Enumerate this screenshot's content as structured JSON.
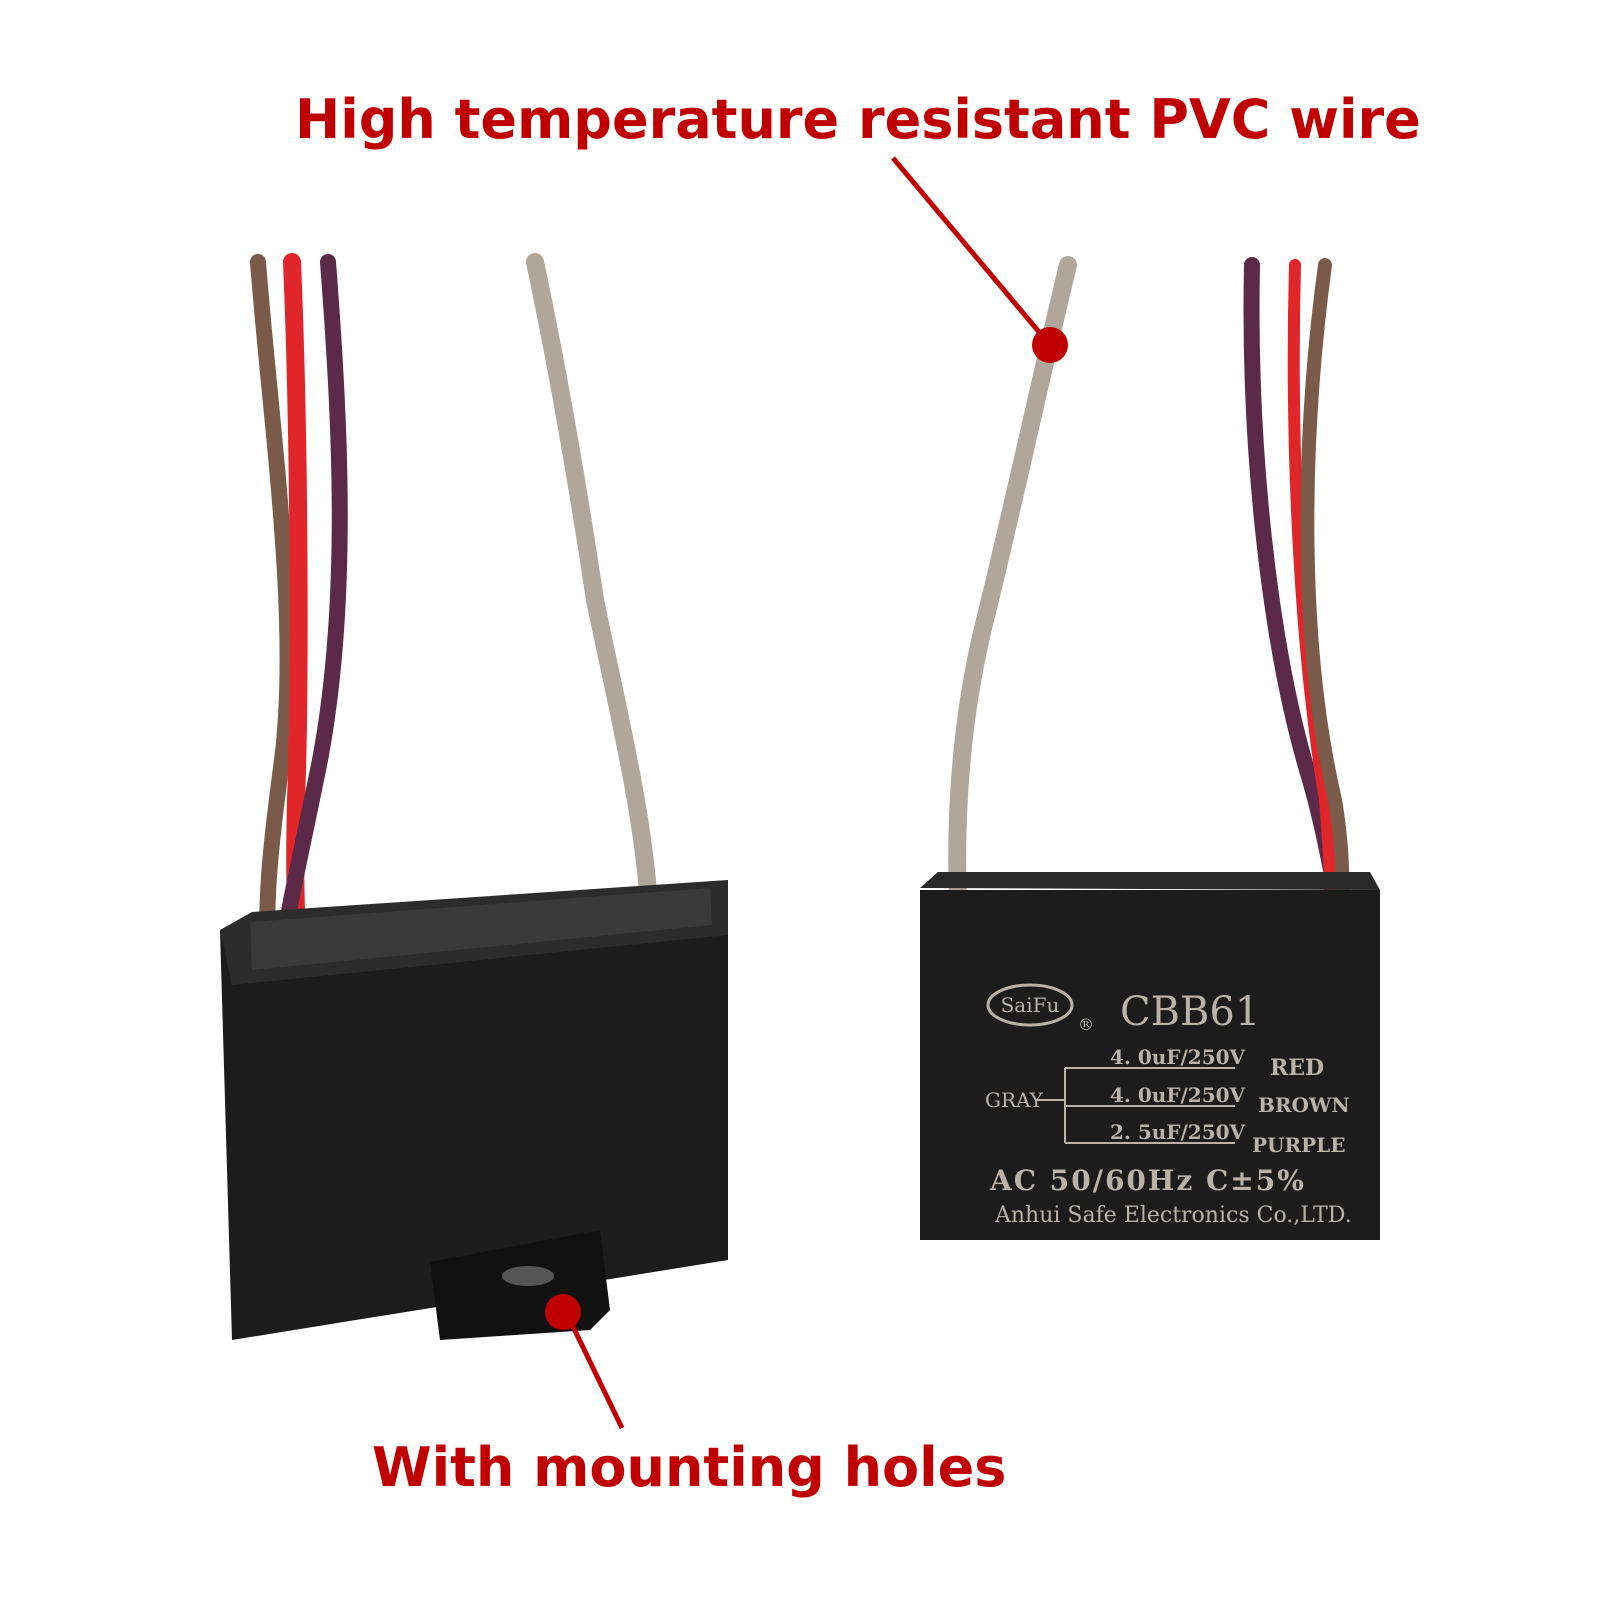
{
  "callouts": {
    "wire": "High temperature resistant PVC wire",
    "holes": "With mounting holes"
  },
  "label": {
    "brand": "SaiFu",
    "registered": "®",
    "model": "CBB61",
    "common": "GRAY",
    "ratings": [
      {
        "value": "4. 0uF/250V",
        "wire": "RED"
      },
      {
        "value": "4. 0uF/250V",
        "wire": "BROWN"
      },
      {
        "value": "2. 5uF/250V",
        "wire": "PURPLE"
      }
    ],
    "spec": "AC 50/60Hz C±5%",
    "maker": "Anhui Safe Electronics Co.,LTD."
  },
  "colors": {
    "callout": "#c00000",
    "body": "#1c1c1c",
    "red": "#e0262a",
    "brown": "#7a5a48",
    "purple": "#5a2a48",
    "gray": "#b0a69c"
  }
}
